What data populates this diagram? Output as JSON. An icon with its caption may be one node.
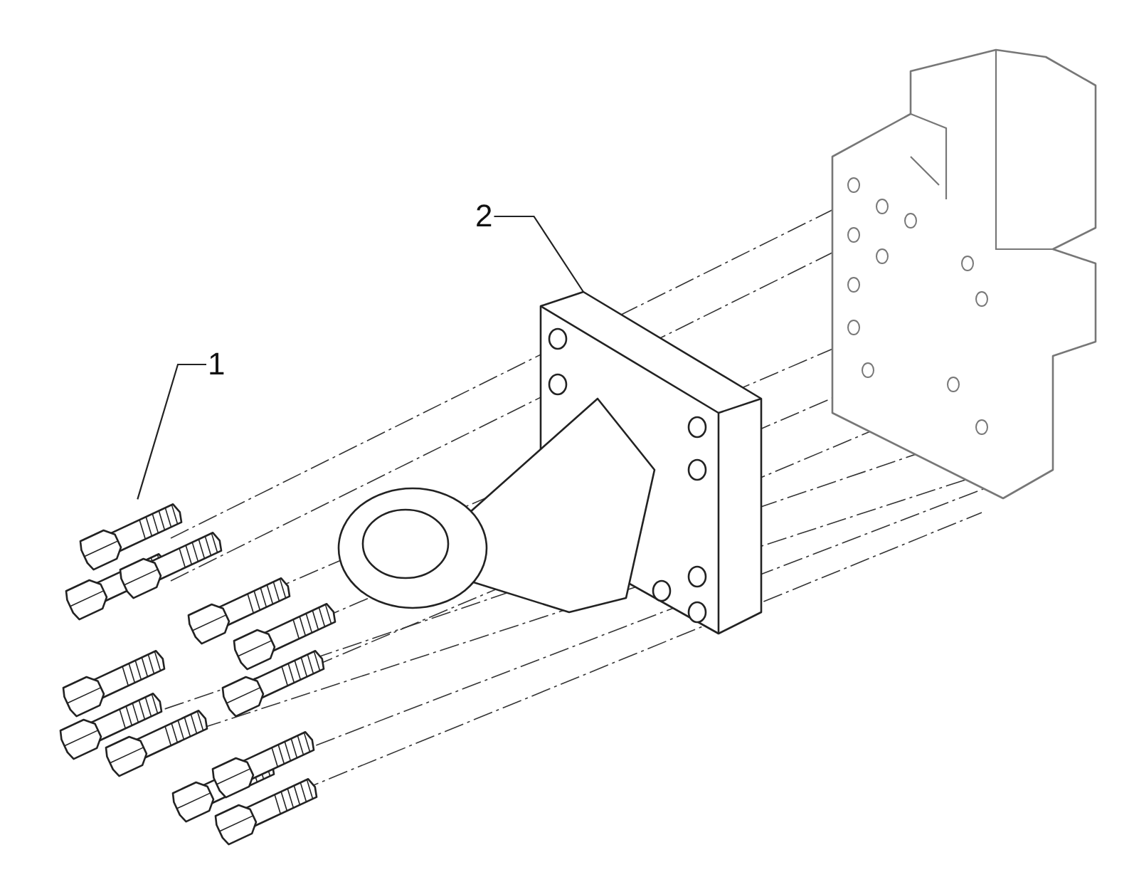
{
  "diagram": {
    "nodes": [
      {
        "text": [
          "1"
        ]
      },
      {
        "text": [],
        "shape": "picture"
      },
      {
        "text": [
          "2"
        ]
      },
      {
        "text": [],
        "shape": "picture"
      }
    ],
    "edges": [
      {
        "from": 0,
        "to": 1,
        "arrow": "none"
      },
      {
        "from": 2,
        "to": 3,
        "arrow": "none"
      }
    ]
  }
}
